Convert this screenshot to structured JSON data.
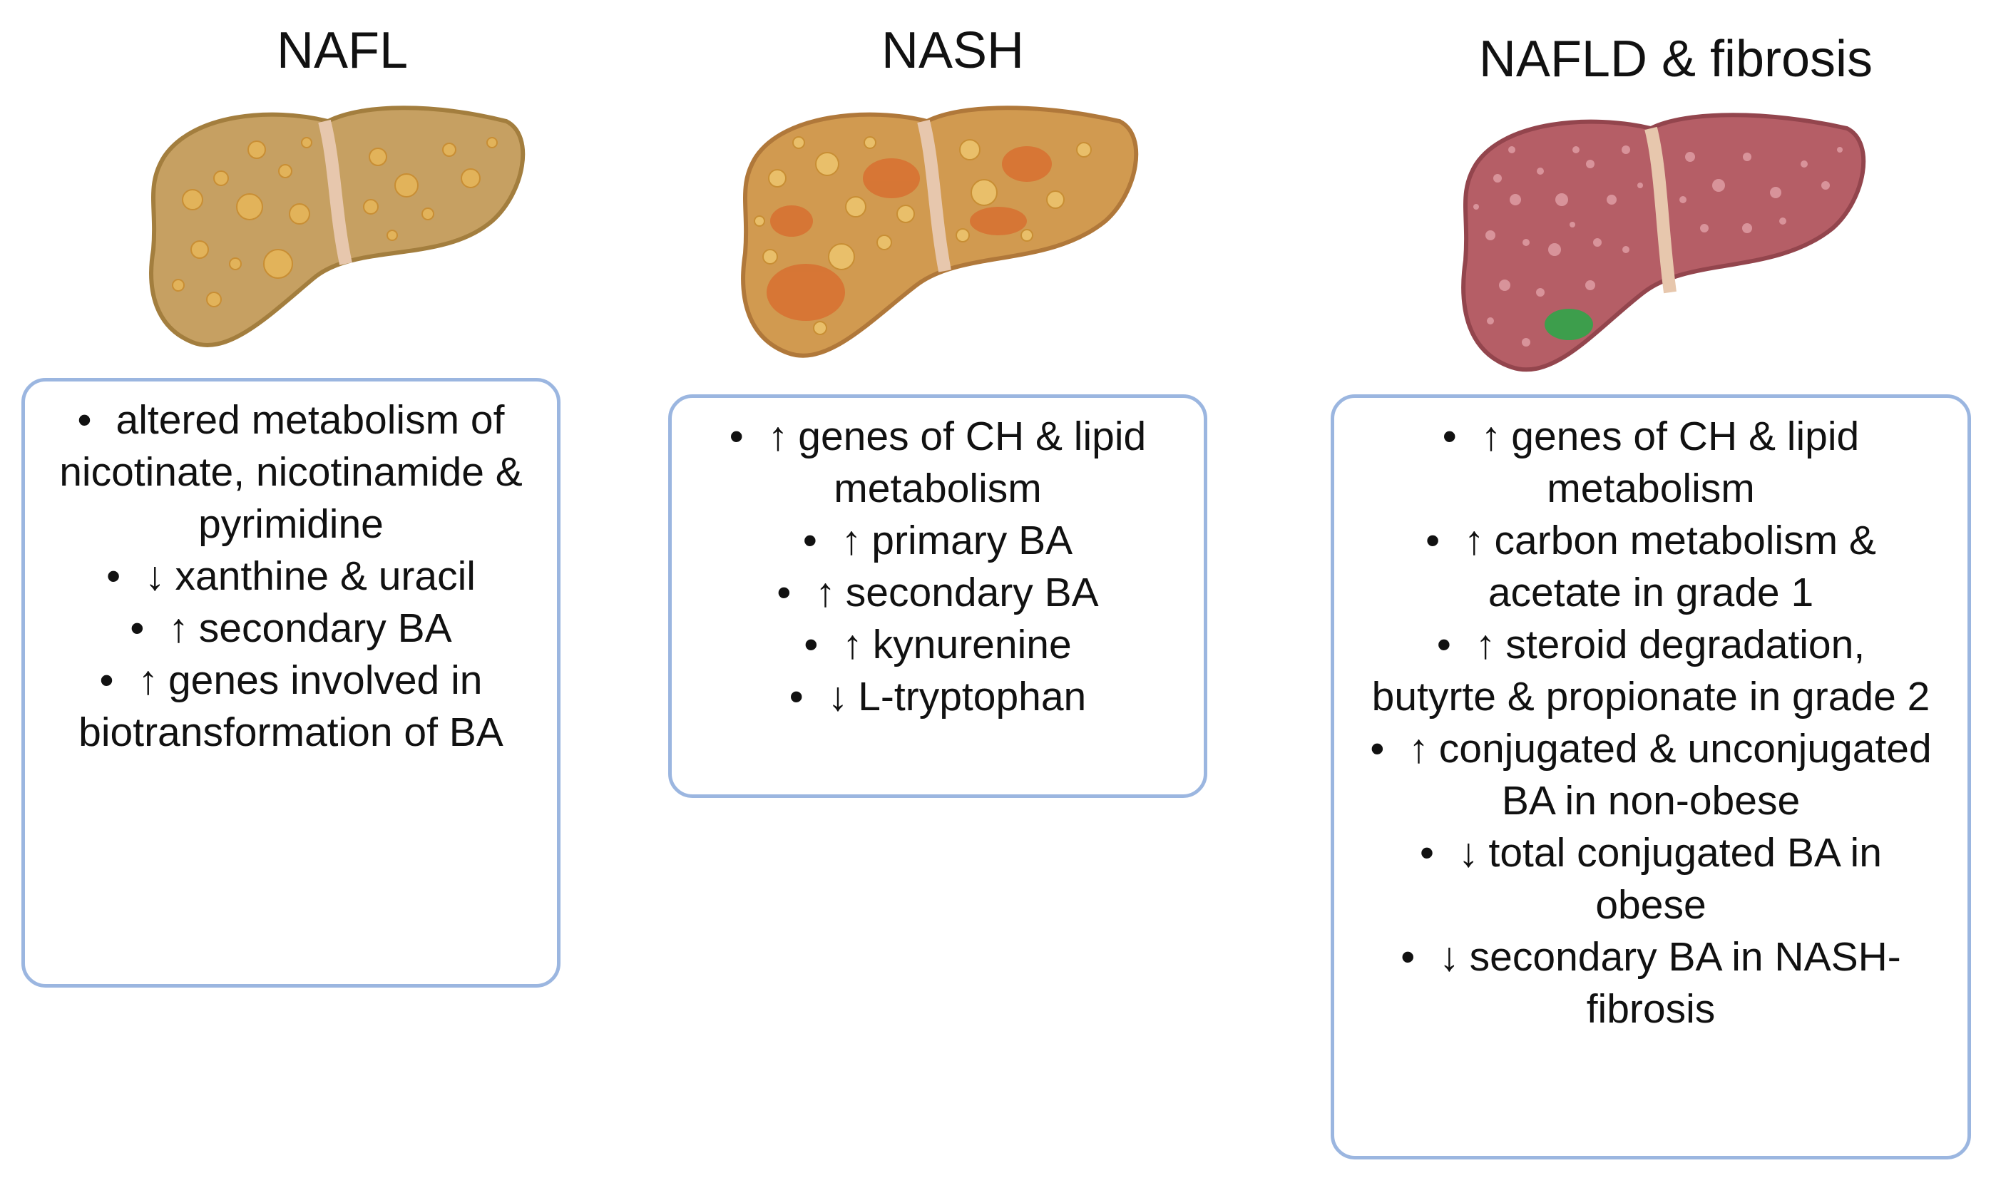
{
  "panels": [
    {
      "title": "NAFL",
      "items": [
        {
          "text": "altered metabolism of nicotinate, nicotinamide & pyrimidine",
          "dir": ""
        },
        {
          "text": "xanthine & uracil",
          "dir": "↓"
        },
        {
          "text": "secondary BA",
          "dir": "↑"
        },
        {
          "text": "genes involved in biotransformation of BA",
          "dir": "↑"
        }
      ]
    },
    {
      "title": "NASH",
      "items": [
        {
          "text": "genes of CH & lipid metabolism",
          "dir": "↑"
        },
        {
          "text": "primary BA",
          "dir": "↑"
        },
        {
          "text": "secondary BA",
          "dir": "↑"
        },
        {
          "text": "kynurenine",
          "dir": "↑"
        },
        {
          "text": "L-tryptophan",
          "dir": "↓"
        }
      ]
    },
    {
      "title": "NAFLD & fibrosis",
      "items": [
        {
          "text": "genes of CH & lipid metabolism",
          "dir": "↑"
        },
        {
          "text": "carbon metabolism & acetate in grade 1",
          "dir": "↑"
        },
        {
          "text": "steroid degradation, butyrte & propionate in grade 2",
          "dir": "↑"
        },
        {
          "text": "conjugated & unconjugated BA in non-obese",
          "dir": "↑"
        },
        {
          "text": "total conjugated BA in obese",
          "dir": "↓"
        },
        {
          "text": "secondary BA in NASH-fibrosis",
          "dir": "↓"
        }
      ]
    }
  ],
  "colors": {
    "box_border": "#9bb6e0",
    "nafl_liver": "#c6a062",
    "nafl_droplet": "#e2b35a",
    "nash_liver": "#d19a50",
    "nash_inflammation": "#d86a2c",
    "fibrosis_liver": "#b55e66",
    "fibrosis_spots": "#d8939a",
    "gallbladder": "#3d9e4c",
    "ligament": "#e7c7ad"
  }
}
